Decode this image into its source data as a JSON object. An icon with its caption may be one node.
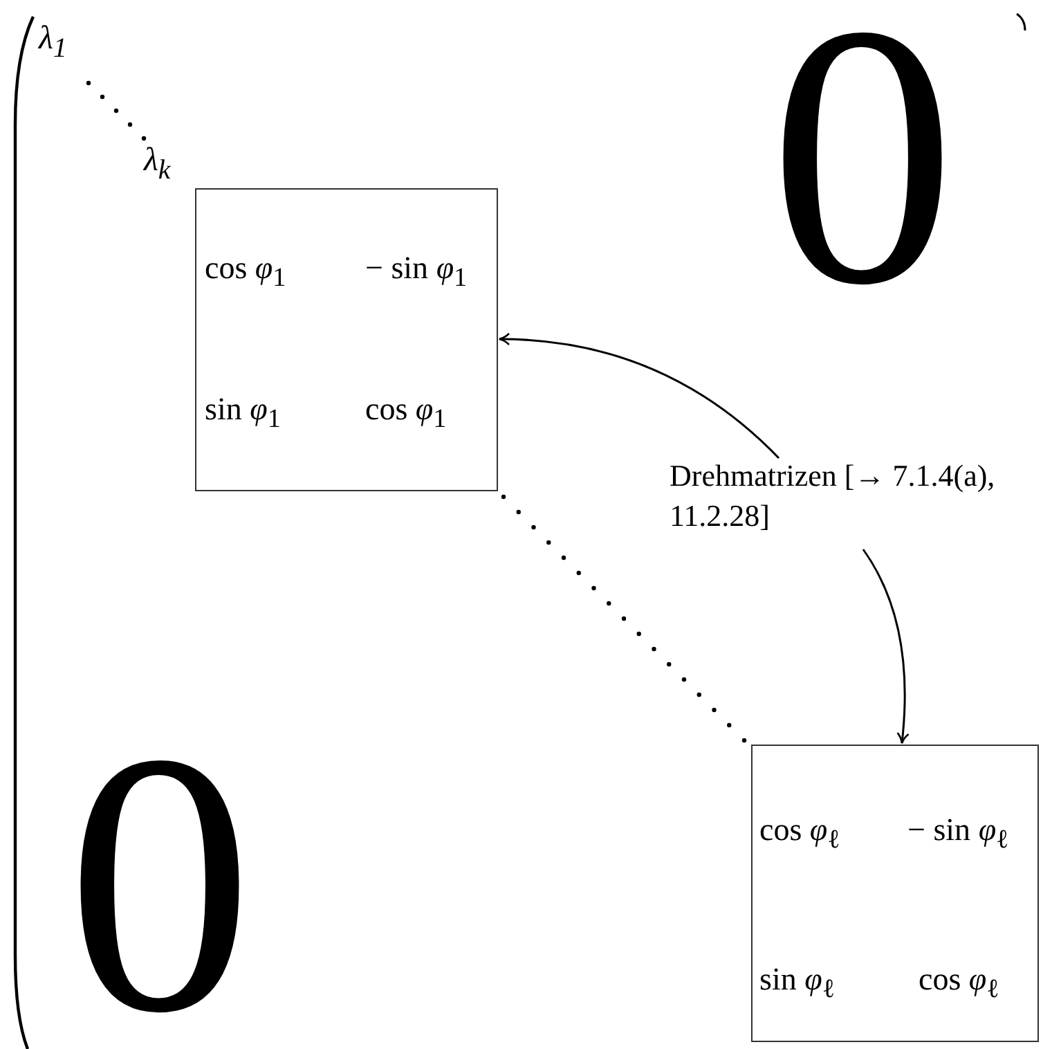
{
  "diagram": {
    "nodes": [
      {
        "text": [
          "cos *φ*$_{1}$",
          "− sin *φ*$_{1}$",
          "sin *φ*$_{1}$",
          "cos *φ*$_{1}$"
        ]
      },
      {
        "text": [
          "cos *φ*$_{ℓ}$",
          "− sin *φ*$_{ℓ}$",
          "sin *φ*$_{ℓ}$",
          "cos *φ*$_{ℓ}$"
        ]
      },
      {
        "text": [
          "Drehmatrizen [→ 7.1.4(a), 11.2.28]"
        ]
      }
    ],
    "edges": [
      {
        "from": 2,
        "to": 0,
        "arrow": "to"
      },
      {
        "from": 2,
        "to": 1,
        "arrow": "to"
      }
    ],
    "labels": [
      "λ$_{1}$",
      "λ$_{k}$",
      "0",
      "0"
    ]
  }
}
